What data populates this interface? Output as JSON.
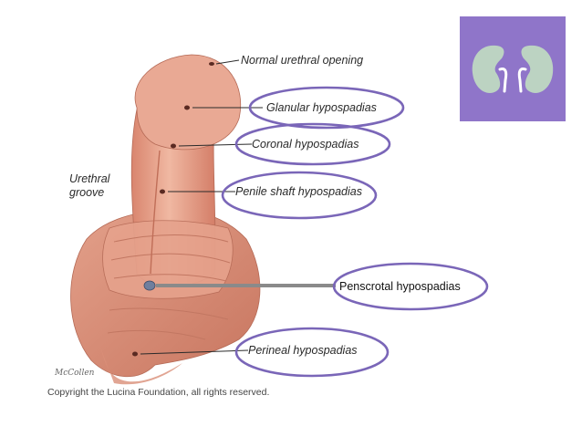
{
  "labels": {
    "normal_opening": "Normal urethral opening",
    "glanular": "Glanular hypospadias",
    "coronal": "Coronal hypospadias",
    "shaft": "Penile shaft hypospadias",
    "penoscrotal": "Penscrotal hypospadias",
    "perineal": "Perineal hypospadias",
    "groove_line1": "Urethral",
    "groove_line2": "groove"
  },
  "copyright": "Copyright the Lucina Foundation, all rights reserved.",
  "signature": "McCollen",
  "colors": {
    "highlight_ellipse": "#7a66b8",
    "kidney_panel": "#8f75c9",
    "kidney_fill": "#bcd3c2",
    "skin": "#e8a48e"
  },
  "icons": {
    "kidney_panel": "kidneys-icon"
  }
}
